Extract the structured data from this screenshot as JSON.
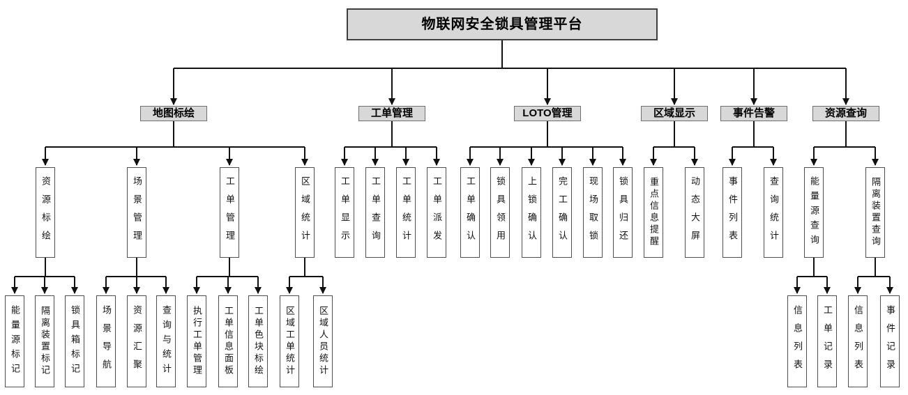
{
  "diagram": {
    "root": {
      "label": "物联网安全锁具管理平台"
    },
    "branches": [
      {
        "label": "地图标绘",
        "children": [
          {
            "label": "资源标绘",
            "children": [
              {
                "label": "能量源标记"
              },
              {
                "label": "隔离装置标记"
              },
              {
                "label": "锁具箱标记"
              }
            ]
          },
          {
            "label": "场景管理",
            "children": [
              {
                "label": "场景导航"
              },
              {
                "label": "资源汇聚"
              },
              {
                "label": "查询与统计"
              }
            ]
          },
          {
            "label": "工单管理",
            "children": [
              {
                "label": "执行工单管理"
              },
              {
                "label": "工单信息面板"
              },
              {
                "label": "工单色块标绘"
              }
            ]
          },
          {
            "label": "区域统计",
            "children": [
              {
                "label": "区域工单统计"
              },
              {
                "label": "区域人员统计"
              }
            ]
          }
        ]
      },
      {
        "label": "工单管理",
        "children": [
          {
            "label": "工单显示"
          },
          {
            "label": "工单查询"
          },
          {
            "label": "工单统计"
          },
          {
            "label": "工单派发"
          }
        ]
      },
      {
        "label": "LOTO管理",
        "children": [
          {
            "label": "工单确认"
          },
          {
            "label": "锁具领用"
          },
          {
            "label": "上锁确认"
          },
          {
            "label": "完工确认"
          },
          {
            "label": "现场取锁"
          },
          {
            "label": "锁具归还"
          }
        ]
      },
      {
        "label": "区域显示",
        "children": [
          {
            "label": "重点信息提醒"
          },
          {
            "label": "动态大屏"
          }
        ]
      },
      {
        "label": "事件告警",
        "children": [
          {
            "label": "事件列表"
          },
          {
            "label": "查询统计"
          }
        ]
      },
      {
        "label": "资源查询",
        "children": [
          {
            "label": "能量源查询",
            "children": [
              {
                "label": "信息列表"
              },
              {
                "label": "工单记录"
              }
            ]
          },
          {
            "label": "隔离装置查询",
            "children": [
              {
                "label": "信息列表"
              },
              {
                "label": "事件记录"
              }
            ]
          }
        ]
      }
    ],
    "colors": {
      "box_fill": "#d8d8d8",
      "leaf_fill": "#ffffff",
      "line": "#111111",
      "border": "#4f4f4f"
    }
  }
}
